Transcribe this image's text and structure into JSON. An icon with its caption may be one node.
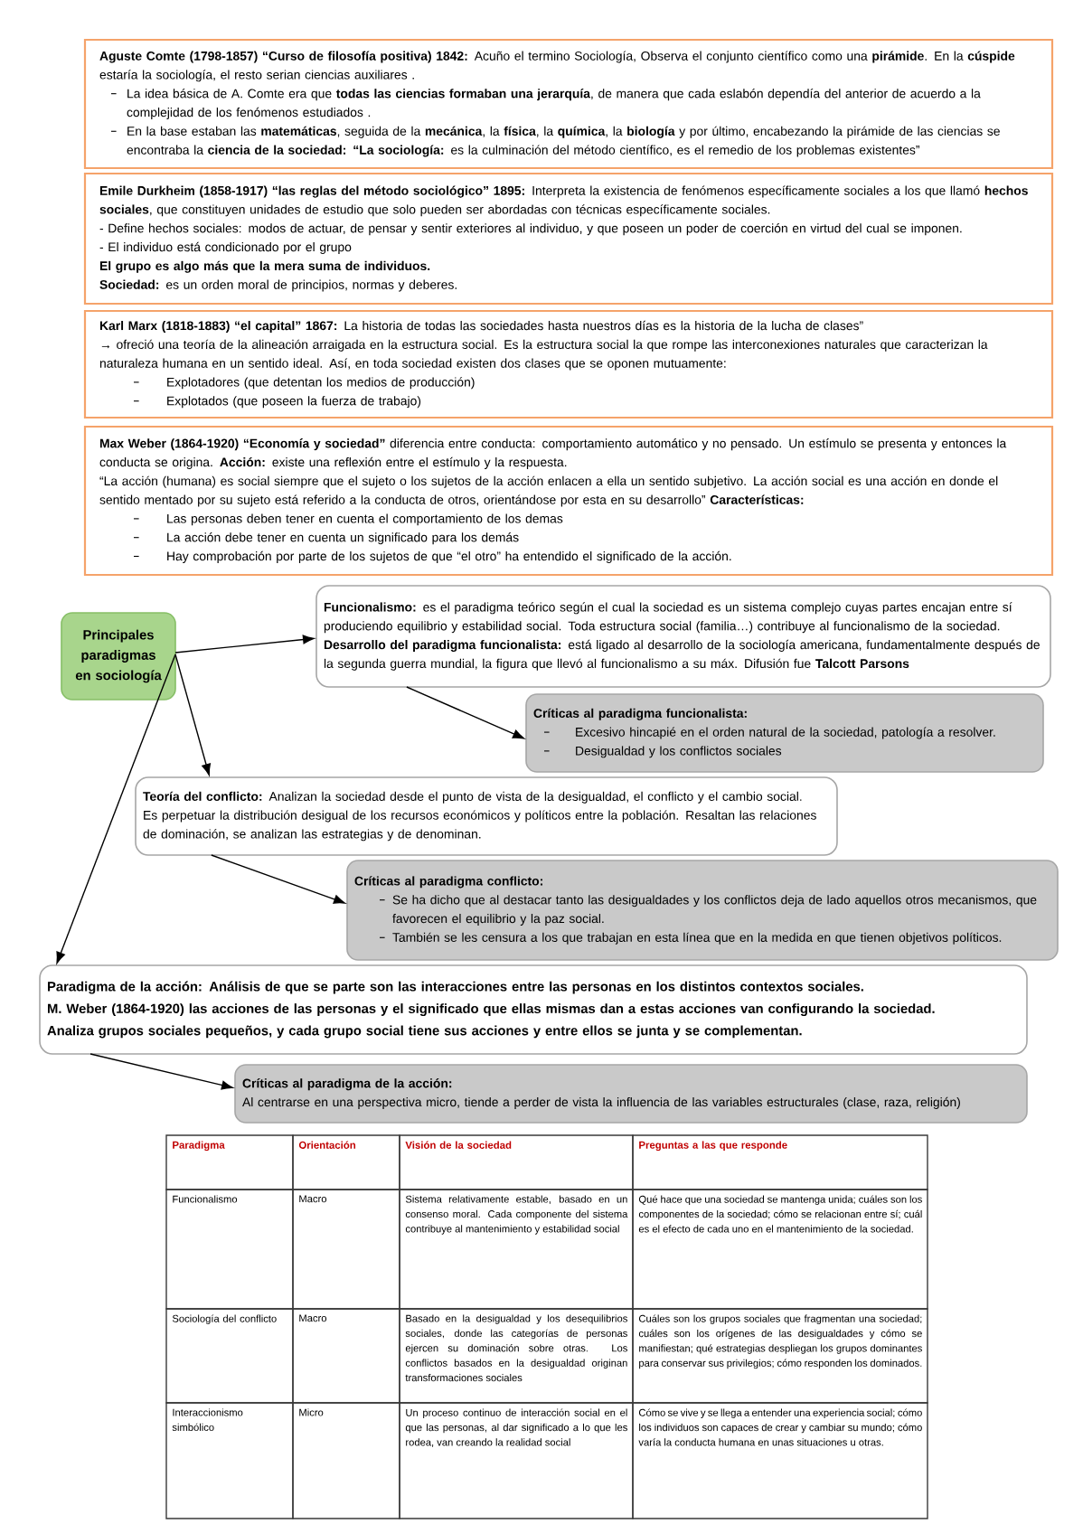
{
  "diagram": {
    "nodes": [
      {
        "text": [
          "**Aguste Comte (1798-1857) “Curso de filosofía positiva) 1842:** Acuño el termino Sociología, Observa el conjunto científico como una **pirámide**. En la **cúspide** estaría la sociología, el resto serian ciencias auxiliares .",
          "La idea básica de A. Comte era que **todas las ciencias formaban una jerarquía**, de manera que cada eslabón dependía del anterior de acuerdo a la complejidad de los fenómenos estudiados .",
          "En la base estaban las **matemáticas**, seguida de la **mecánica**, la **física**, la **química**, la **biología** y por último, encabezando la pirámide de las ciencias se encontraba la **ciencia de la sociedad: “La sociología:** es la culminación del método científico, es el remedio de los problemas existentes”"
        ]
      },
      {
        "text": [
          "**Emile Durkheim (1858-1917) “las reglas del método sociológico” 1895:** Interpreta la existencia de fenómenos específicamente sociales a los que llamó **hechos sociales**, que constituyen unidades de estudio que solo pueden ser abordadas con técnicas específicamente sociales.",
          "- Define hechos sociales: modos de actuar, de pensar y sentir exteriores al individuo, y que poseen un poder de coerción en virtud del cual se imponen.",
          "- El individuo está condicionado por el grupo",
          "El grupo es algo más que la mera suma de individuos.",
          "**Sociedad:** es un orden moral de principios, normas y deberes."
        ]
      },
      {
        "text": [
          "**Karl Marx (1818-1883) “el capital” 1867:** La historia de todas las sociedades hasta nuestros días es la historia de la lucha de clases”",
          "→ ofreció una teoría de la alineación arraigada en la estructura social. Es la estructura social la que rompe las interconexiones naturales que caracterizan la naturaleza humana en un sentido ideal. Así, en toda sociedad existen dos clases que se oponen mutuamente:",
          "Explotadores (que detentan los medios de producción)",
          "Explotados (que poseen la fuerza de trabajo)"
        ]
      },
      {
        "text": [
          "**Max Weber (1864-1920) “Economía y sociedad”** diferencia entre conducta: comportamiento automático y no pensado. Un estímulo se presenta y entonces la conducta se origina. **Acción:** existe una reflexión entre el estímulo y la respuesta.",
          "“La acción (humana) es social siempre que el sujeto o los sujetos de la acción enlacen a ella un sentido subjetivo. La acción social es una acción en donde el sentido mentado por su sujeto está referido a la conducta de otros, orientándose por esta en su desarrollo” **Características:**",
          "Las personas deben tener en cuenta el comportamiento de los demas",
          "La acción debe tener en cuenta un significado para los demás",
          "Hay comprobación por parte de los sujetos de que “el otro” ha entendido el significado de la acción."
        ]
      },
      {
        "text": [
          "Principales paradigmas en sociología"
        ]
      },
      {
        "text": [
          "**Funcionalismo:** es el paradigma teórico según el cual la sociedad es un sistema complejo cuyas partes encajan entre sí produciendo equilibrio y estabilidad social. Toda estructura social (familia…) contribuye al funcionalismo de la sociedad.",
          "**Desarrollo del paradigma funcionalista:** está ligado al desarrollo de la sociología americana, fundamentalmente después de la segunda guerra mundial, la figura que llevó al funcionalismo a su máx. Difusión fue **Talcott Parsons**"
        ]
      },
      {
        "text": [
          "Críticas al paradigma funcionalista:",
          "Excesivo hincapié en el orden natural de la sociedad, patología a resolver.",
          "Desigualdad y los conflictos sociales"
        ]
      },
      {
        "text": [
          "**Teoría del conflicto:** Analizan la sociedad desde el punto de vista de la desigualdad, el conflicto y el cambio social.",
          "Es perpetuar la distribución desigual de los recursos económicos y políticos entre la población. Resaltan las relaciones de dominación, se analizan las estrategias y de denominan."
        ]
      },
      {
        "text": [
          "Críticas al paradigma conflicto:",
          "Se ha dicho que al destacar tanto las desigualdades y los conflictos deja de lado aquellos otros mecanismos, que favorecen el equilibrio y la paz social.",
          "También se les censura a los que trabajan en esta línea que en la medida en que tienen objetivos políticos."
        ]
      },
      {
        "text": [
          "Paradigma de la acción: Análisis de que se parte son las interacciones entre las personas en los distintos contextos sociales.",
          "M. Weber (1864-1920) las acciones de las personas y el significado que ellas mismas dan a estas acciones van configurando la sociedad.",
          "Analiza grupos sociales pequeños, y cada grupo social tiene sus acciones y entre ellos se junta y se complementan."
        ]
      },
      {
        "text": [
          "Críticas al paradigma de la acción:",
          "Al centrarse en una perspectiva micro, tiende a perder de vista la influencia de las variables estructurales (clase, raza, religión)"
        ]
      }
    ],
    "edges": [
      {
        "from": 4,
        "to": 5,
        "arrow": "to"
      },
      {
        "from": 4,
        "to": 7,
        "arrow": "to"
      },
      {
        "from": 4,
        "to": 9,
        "arrow": "to"
      },
      {
        "from": 5,
        "to": 6,
        "arrow": "to"
      },
      {
        "from": 7,
        "to": 8,
        "arrow": "to"
      },
      {
        "from": 9,
        "to": 10,
        "arrow": "to"
      }
    ],
    "labels": [
      "Paradigma",
      "Orientación",
      "Visión de la sociedad",
      "Preguntas a las que responde",
      "Funcionalismo",
      "Macro",
      "Sistema relativamente estable, basado en un consenso moral. Cada componente del sistema contribuye al mantenimiento y estabilidad social",
      "Qué hace que una sociedad se mantenga unida; cuáles son los componentes de la sociedad; cómo se relacionan entre sí; cuál es el efecto de cada uno en el mantenimiento de la sociedad.",
      "Sociología del conflicto",
      "Macro",
      "Basado en la desigualdad y los desequilibrios sociales, donde las categorías de personas ejercen su dominación sobre otras. Los conflictos basados en la desigualdad originan transformaciones sociales",
      "Cuáles son los grupos sociales que fragmentan una sociedad; cuáles son los orígenes de las desigualdades y cómo se manifiestan; qué estrategias despliegan los grupos dominantes para conservar sus privilegios; cómo responden los dominados.",
      "Interaccionismo simbólico",
      "Micro",
      "Un proceso continuo de interacción social en el que las personas, al dar significado a lo que les rodea, van creando la realidad social",
      "Cómo se vive y se llega a entender una experiencia social; cómo los individuos son capaces de crear y cambiar su mundo; cómo varía la conducta humana en unas situaciones u otras."
    ]
  }
}
